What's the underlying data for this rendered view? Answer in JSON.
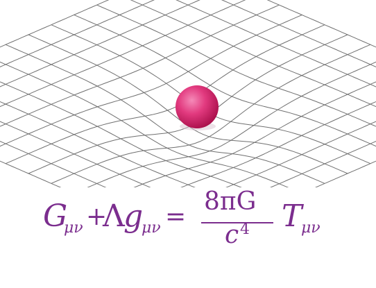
{
  "colors": {
    "grid_line": "#6f6f6f",
    "mass_light": "#f05a9a",
    "mass_dark": "#b0104e",
    "equation": "#7b2d8e"
  },
  "diagram": {
    "grid": "curved-spacetime-mesh",
    "mass": "sphere"
  },
  "equation": {
    "G": "G",
    "G_sub": "μν",
    "plus": "+",
    "Lambda": "Λ",
    "g": "g",
    "g_sub": "μν",
    "equals": "=",
    "numerator": "8πG",
    "denominator_c": "c",
    "denominator_exp": "4",
    "T": "T",
    "T_sub": "μν"
  }
}
